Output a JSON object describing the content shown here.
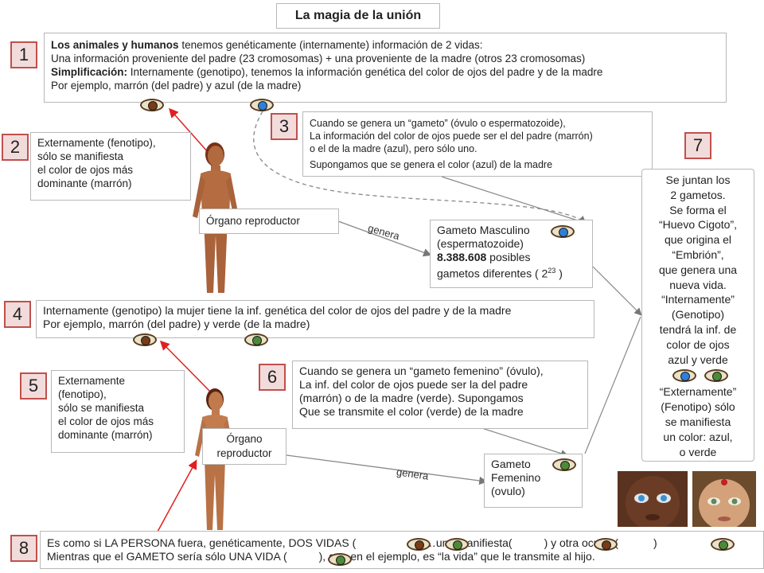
{
  "title": "La magia de la unión",
  "numbers": [
    "1",
    "2",
    "3",
    "4",
    "5",
    "6",
    "7",
    "8"
  ],
  "box1": {
    "l1_bold": "Los animales y humanos",
    "l1_rest": " tenemos genéticamente  (internamente) información de 2 vidas:",
    "l2": "Una información proveniente del padre (23 cromosomas) + una proveniente de la madre (otros 23 cromosomas)",
    "l3_bold": "Simplificación:",
    "l3_rest": " Internamente (genotipo),  tenemos la información genética del color de ojos del padre y de la madre",
    "l4": "Por ejemplo, marrón (del padre)  y azul (de la madre)"
  },
  "box2": [
    "Externamente (fenotipo),",
    "sólo se manifiesta",
    "el color de ojos más",
    "dominante (marrón)"
  ],
  "box3": {
    "l1": "Cuando se genera  un “gameto” (óvulo o espermatozoide),",
    "l2": "La información del color de ojos puede ser el del padre (marrón)",
    "l3": "o el de la madre (azul), pero sólo uno.",
    "l4": "Supongamos que se genera el color (azul) de la madre"
  },
  "organ_male": "Órgano reproductor",
  "genera_1": "genera",
  "gamete_male": {
    "l1": "Gameto Masculino",
    "l2": "(espermatozoide)",
    "l3_bold": "8.388.608",
    "l3_rest": " posibles",
    "l4": "gametos diferentes  ( 2",
    "l4_sup": "23",
    "l4_end": " )"
  },
  "box4": {
    "l1": "Internamente (genotipo)  la mujer tiene la inf. genética del color de ojos del padre y de la madre",
    "l2": "Por ejemplo, marrón (del padre)  y verde (de la madre)"
  },
  "box5": [
    "Externamente",
    "(fenotipo),",
    "sólo se manifiesta",
    "el color de ojos más",
    "dominante (marrón)"
  ],
  "box6": {
    "l1": "Cuando se genera  un “gameto femenino” (óvulo),",
    "l2": "La inf. del color de ojos puede ser la del padre",
    "l3": "(marrón) o de la madre (verde). Supongamos",
    "l4": "Que se transmite el color (verde) de la madre"
  },
  "organ_female": [
    "Órgano",
    "reproductor"
  ],
  "genera_2": "genera",
  "gamete_female": [
    "Gameto",
    "Femenino",
    "(ovulo)"
  ],
  "box7": [
    "Se juntan los",
    "2 gametos.",
    "Se forma el",
    "“Huevo Cigoto”,",
    "que origina el",
    "“Embrión”,",
    "que genera una",
    "nueva vida.",
    "“Internamente”",
    "(Genotipo)",
    "tendrá la inf. de",
    "color de ojos",
    "azul y verde",
    "“Externamente”",
    "(Fenotipo) sólo",
    "se manifiesta",
    "un color:  azul,",
    "o verde"
  ],
  "box8": {
    "l1_a": "Es como si LA PERSONA  fuera, genéticamente, DOS VIDAS (",
    "l1_b": ") …una manifiesta(",
    "l1_c": ") y otra oculta (",
    "l1_d": ")",
    "l2_a": "Mientras que el GAMETO sería sólo UNA VIDA  (",
    "l2_b": "),  que en el ejemplo, es “la vida” que le transmite al hijo."
  },
  "icons": {
    "eye_brown_color": "#7a3b16",
    "eye_blue_color": "#2e7fd8",
    "eye_green_color": "#4e8a36"
  },
  "accent_color": "#c0504d"
}
